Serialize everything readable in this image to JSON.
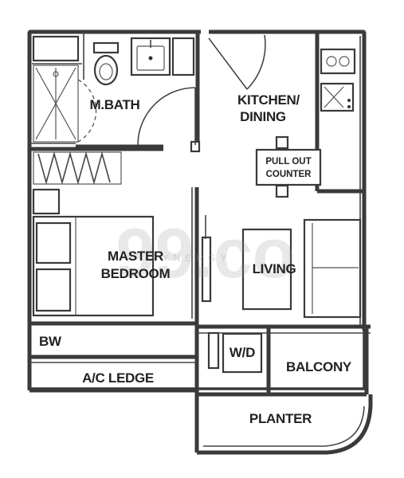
{
  "rooms": {
    "master_bath": "M.BATH",
    "kitchen_line1": "KITCHEN/",
    "kitchen_line2": "DINING",
    "counter_line1": "PULL OUT",
    "counter_line2": "COUNTER",
    "master_bedroom_line1": "MASTER",
    "master_bedroom_line2": "BEDROOM",
    "living": "LIVING",
    "bw": "BW",
    "wd": "W/D",
    "balcony": "BALCONY",
    "ac_ledge": "A/C LEDGE",
    "planter": "PLANTER"
  },
  "watermark": {
    "logo": "99.co",
    "tagline": "SYNERGY"
  }
}
